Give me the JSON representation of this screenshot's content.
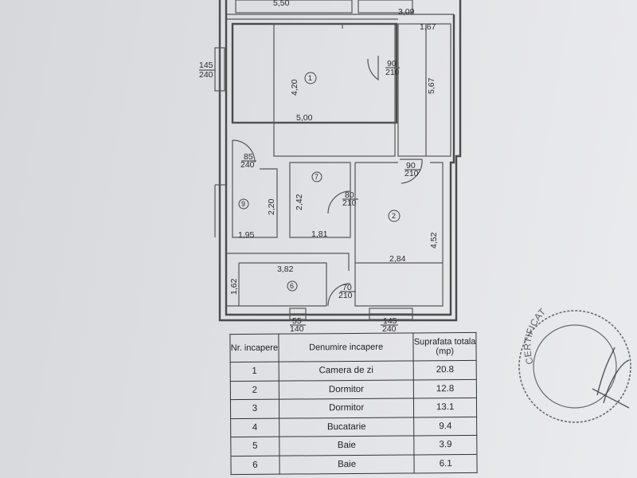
{
  "plan": {
    "top_dims": [
      "5,50",
      "3,09",
      "1,67",
      "5,67"
    ],
    "window_left": {
      "w": "145",
      "h": "240"
    },
    "room1": {
      "num": "1",
      "height": "4,20",
      "width": "5,00"
    },
    "door1": {
      "w": "90",
      "h": "210"
    },
    "door_hall": {
      "w": "90",
      "h": "210"
    },
    "door9": {
      "w": "85",
      "h": "240"
    },
    "room9": {
      "num": "9",
      "height": "2,20",
      "width": "1,95"
    },
    "room7": {
      "num": "7",
      "height": "2,42",
      "width": "1,81"
    },
    "door7": {
      "w": "80",
      "h": "210"
    },
    "room2": {
      "num": "2",
      "height": "4,52",
      "width": "2,84"
    },
    "room6": {
      "num": "6",
      "height": "1,62",
      "width": "3,82"
    },
    "door6": {
      "w": "70",
      "h": "210"
    },
    "win_bottom1": {
      "w": "55",
      "h": "140"
    },
    "win_bottom2": {
      "w": "145",
      "h": "240"
    }
  },
  "table": {
    "headers": [
      "Nr. incapere",
      "Denumire incapere",
      "Suprafata totala (mp)"
    ],
    "rows": [
      {
        "nr": "1",
        "name": "Camera de zi",
        "area": "20.8"
      },
      {
        "nr": "2",
        "name": "Dormitor",
        "area": "12.8"
      },
      {
        "nr": "3",
        "name": "Dormitor",
        "area": "13.1"
      },
      {
        "nr": "4",
        "name": "Bucatarie",
        "area": "9.4"
      },
      {
        "nr": "5",
        "name": "Baie",
        "area": "3.9"
      },
      {
        "nr": "6",
        "name": "Baie",
        "area": "6.1"
      }
    ]
  },
  "stamp": {
    "text": "CERTIFICAT",
    "color": "#3b3f47"
  }
}
